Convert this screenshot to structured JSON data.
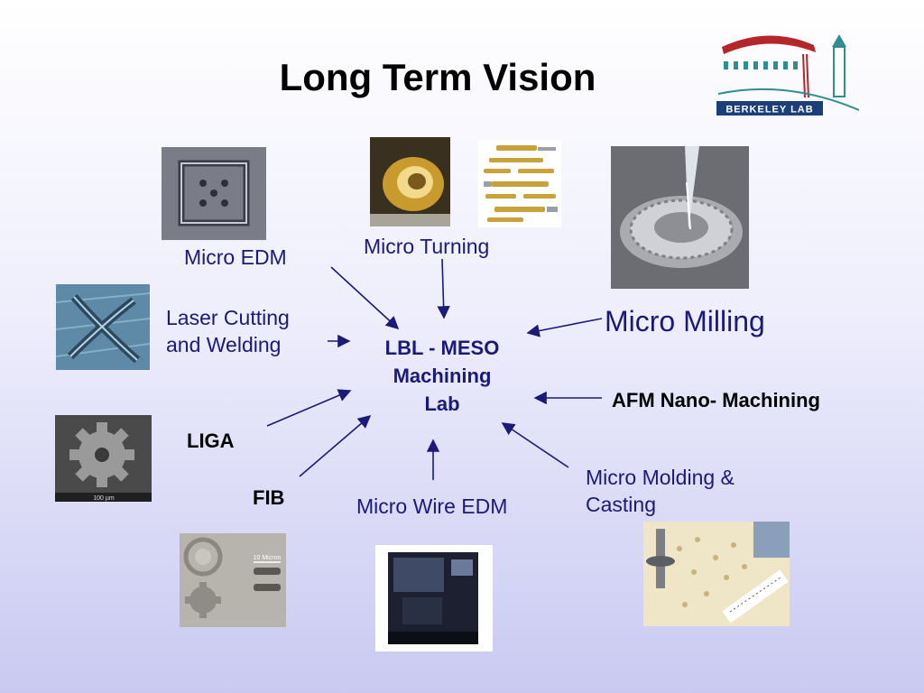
{
  "slide": {
    "title": "Long Term Vision"
  },
  "logo": {
    "text": "BERKELEY LAB",
    "colors": {
      "teal": "#2e8e92",
      "red": "#b5262b",
      "navy": "#1c3f7a"
    }
  },
  "center": {
    "lines": [
      "LBL - MESO",
      "Machining",
      "Lab"
    ]
  },
  "techniques": {
    "micro_edm": "Micro EDM",
    "micro_turning": "Micro Turning",
    "laser_line1": "Laser Cutting",
    "laser_line2": "and Welding",
    "micro_milling": "Micro Milling",
    "afm": "AFM Nano- Machining",
    "liga": "LIGA",
    "fib": "FIB",
    "wire_edm": "Micro Wire EDM",
    "molding_line1": "Micro Molding &",
    "molding_line2": "Casting"
  },
  "photo_captions": {
    "fib_scale": "10 Micron",
    "liga_scale": "100 µm"
  },
  "colors": {
    "label": "#1a1a7a",
    "arrow": "#1a1a7a",
    "bg_top": "#ffffff",
    "bg_bottom": "#c9c9f2"
  }
}
